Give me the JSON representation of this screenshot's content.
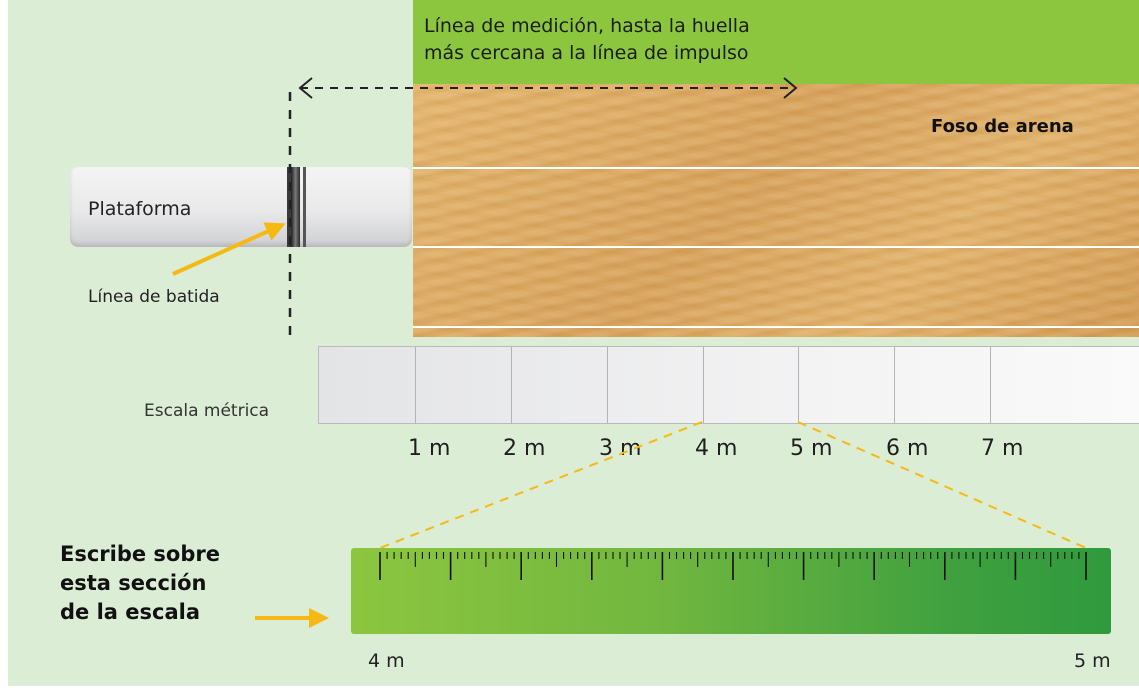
{
  "measurement_line_label": [
    "Línea de medición, hasta la huella",
    "más cercana a la línea de impulso"
  ],
  "sand_pit_label": "Foso de arena",
  "platform_label": "Plataforma",
  "takeoff_line_label": "Línea de batida",
  "metric_scale_label": "Escala métrica",
  "scale_marks": [
    "1 m",
    "2 m",
    "3 m",
    "4 m",
    "5 m",
    "6 m",
    "7 m"
  ],
  "write_instruction": [
    "Escribe sobre",
    "esta sección",
    "de la escala"
  ],
  "section_start_label": "4 m",
  "section_end_label": "5 m",
  "section_subdivisions": 100,
  "colors": {
    "background": "#dcedd6",
    "accent_green": "#8cc63f",
    "sand": "#d8a25a",
    "arrow_yellow": "#f6b913",
    "dashed_zoom": "#f6b913"
  }
}
